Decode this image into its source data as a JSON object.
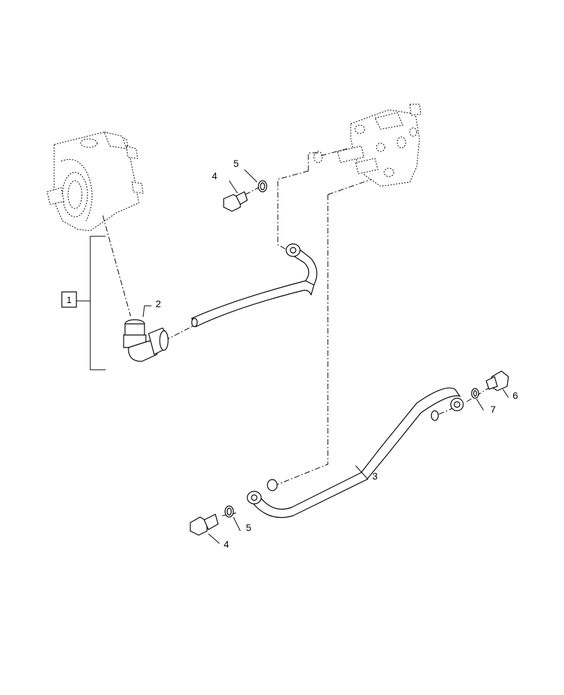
{
  "callouts": {
    "c1": "1",
    "c2": "2",
    "c3": "3",
    "c4_top": "4",
    "c5_top": "5",
    "c4_bottom": "4",
    "c5_bottom": "5",
    "c6": "6",
    "c7": "7"
  },
  "components": [
    {
      "name": "hydraulic-pump",
      "style": "phantom"
    },
    {
      "name": "control-valve",
      "style": "phantom"
    },
    {
      "name": "elbow-fitting",
      "callout": "2"
    },
    {
      "name": "tube-assembly",
      "callout": "3"
    },
    {
      "name": "banjo-bolt",
      "callout": "4"
    },
    {
      "name": "sealing-washer",
      "callout": "5"
    },
    {
      "name": "plug-bolt",
      "callout": "6"
    },
    {
      "name": "o-ring",
      "callout": "7"
    }
  ]
}
